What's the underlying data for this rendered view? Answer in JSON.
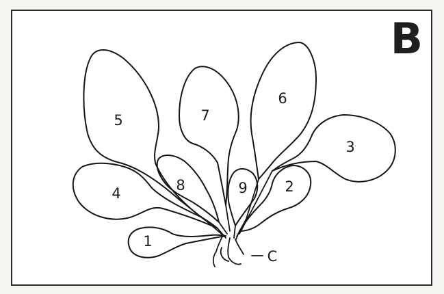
{
  "panel": {
    "letter": "B"
  },
  "leaves": [
    {
      "id": "1",
      "label": "1"
    },
    {
      "id": "2",
      "label": "2"
    },
    {
      "id": "3",
      "label": "3"
    },
    {
      "id": "4",
      "label": "4"
    },
    {
      "id": "5",
      "label": "5"
    },
    {
      "id": "6",
      "label": "6"
    },
    {
      "id": "7",
      "label": "7"
    },
    {
      "id": "8",
      "label": "8"
    },
    {
      "id": "9",
      "label": "9"
    }
  ],
  "callout": {
    "label": "C"
  },
  "colors": {
    "line": "#151515",
    "background": "#ffffff",
    "border": "#2a2a2a"
  }
}
